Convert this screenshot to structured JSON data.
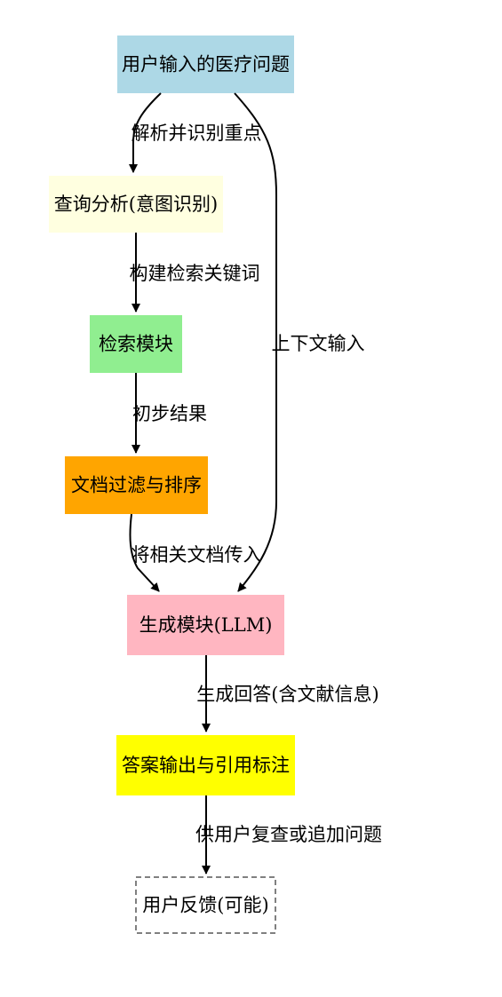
{
  "nodes": {
    "user_question": {
      "label": "用户输入的医疗问题",
      "fill": "#add8e6"
    },
    "query_analysis": {
      "label": "查询分析(意图识别)",
      "fill": "#ffffe0"
    },
    "retrieval": {
      "label": "检索模块",
      "fill": "#90ee90"
    },
    "doc_filter": {
      "label": "文档过滤与排序",
      "fill": "#ffa500"
    },
    "generation": {
      "label": "生成模块(LLM)",
      "fill": "#ffb6c1"
    },
    "answer_output": {
      "label": "答案输出与引用标注",
      "fill": "#ffff00"
    },
    "user_feedback": {
      "label": "用户反馈(可能)",
      "fill": "#ffffff",
      "border": "#808080",
      "style": "dashed"
    }
  },
  "edges": {
    "parse": {
      "from": "user_question",
      "to": "query_analysis",
      "label": "解析并识别重点"
    },
    "context": {
      "from": "user_question",
      "to": "generation",
      "label": "上下文输入"
    },
    "keywords": {
      "from": "query_analysis",
      "to": "retrieval",
      "label": "构建检索关键词"
    },
    "initial": {
      "from": "retrieval",
      "to": "doc_filter",
      "label": "初步结果"
    },
    "pass_docs": {
      "from": "doc_filter",
      "to": "generation",
      "label": "将相关文档传入"
    },
    "gen_answer": {
      "from": "generation",
      "to": "answer_output",
      "label": "生成回答(含文献信息)"
    },
    "review": {
      "from": "answer_output",
      "to": "user_feedback",
      "label": "供用户复查或追加问题"
    }
  }
}
